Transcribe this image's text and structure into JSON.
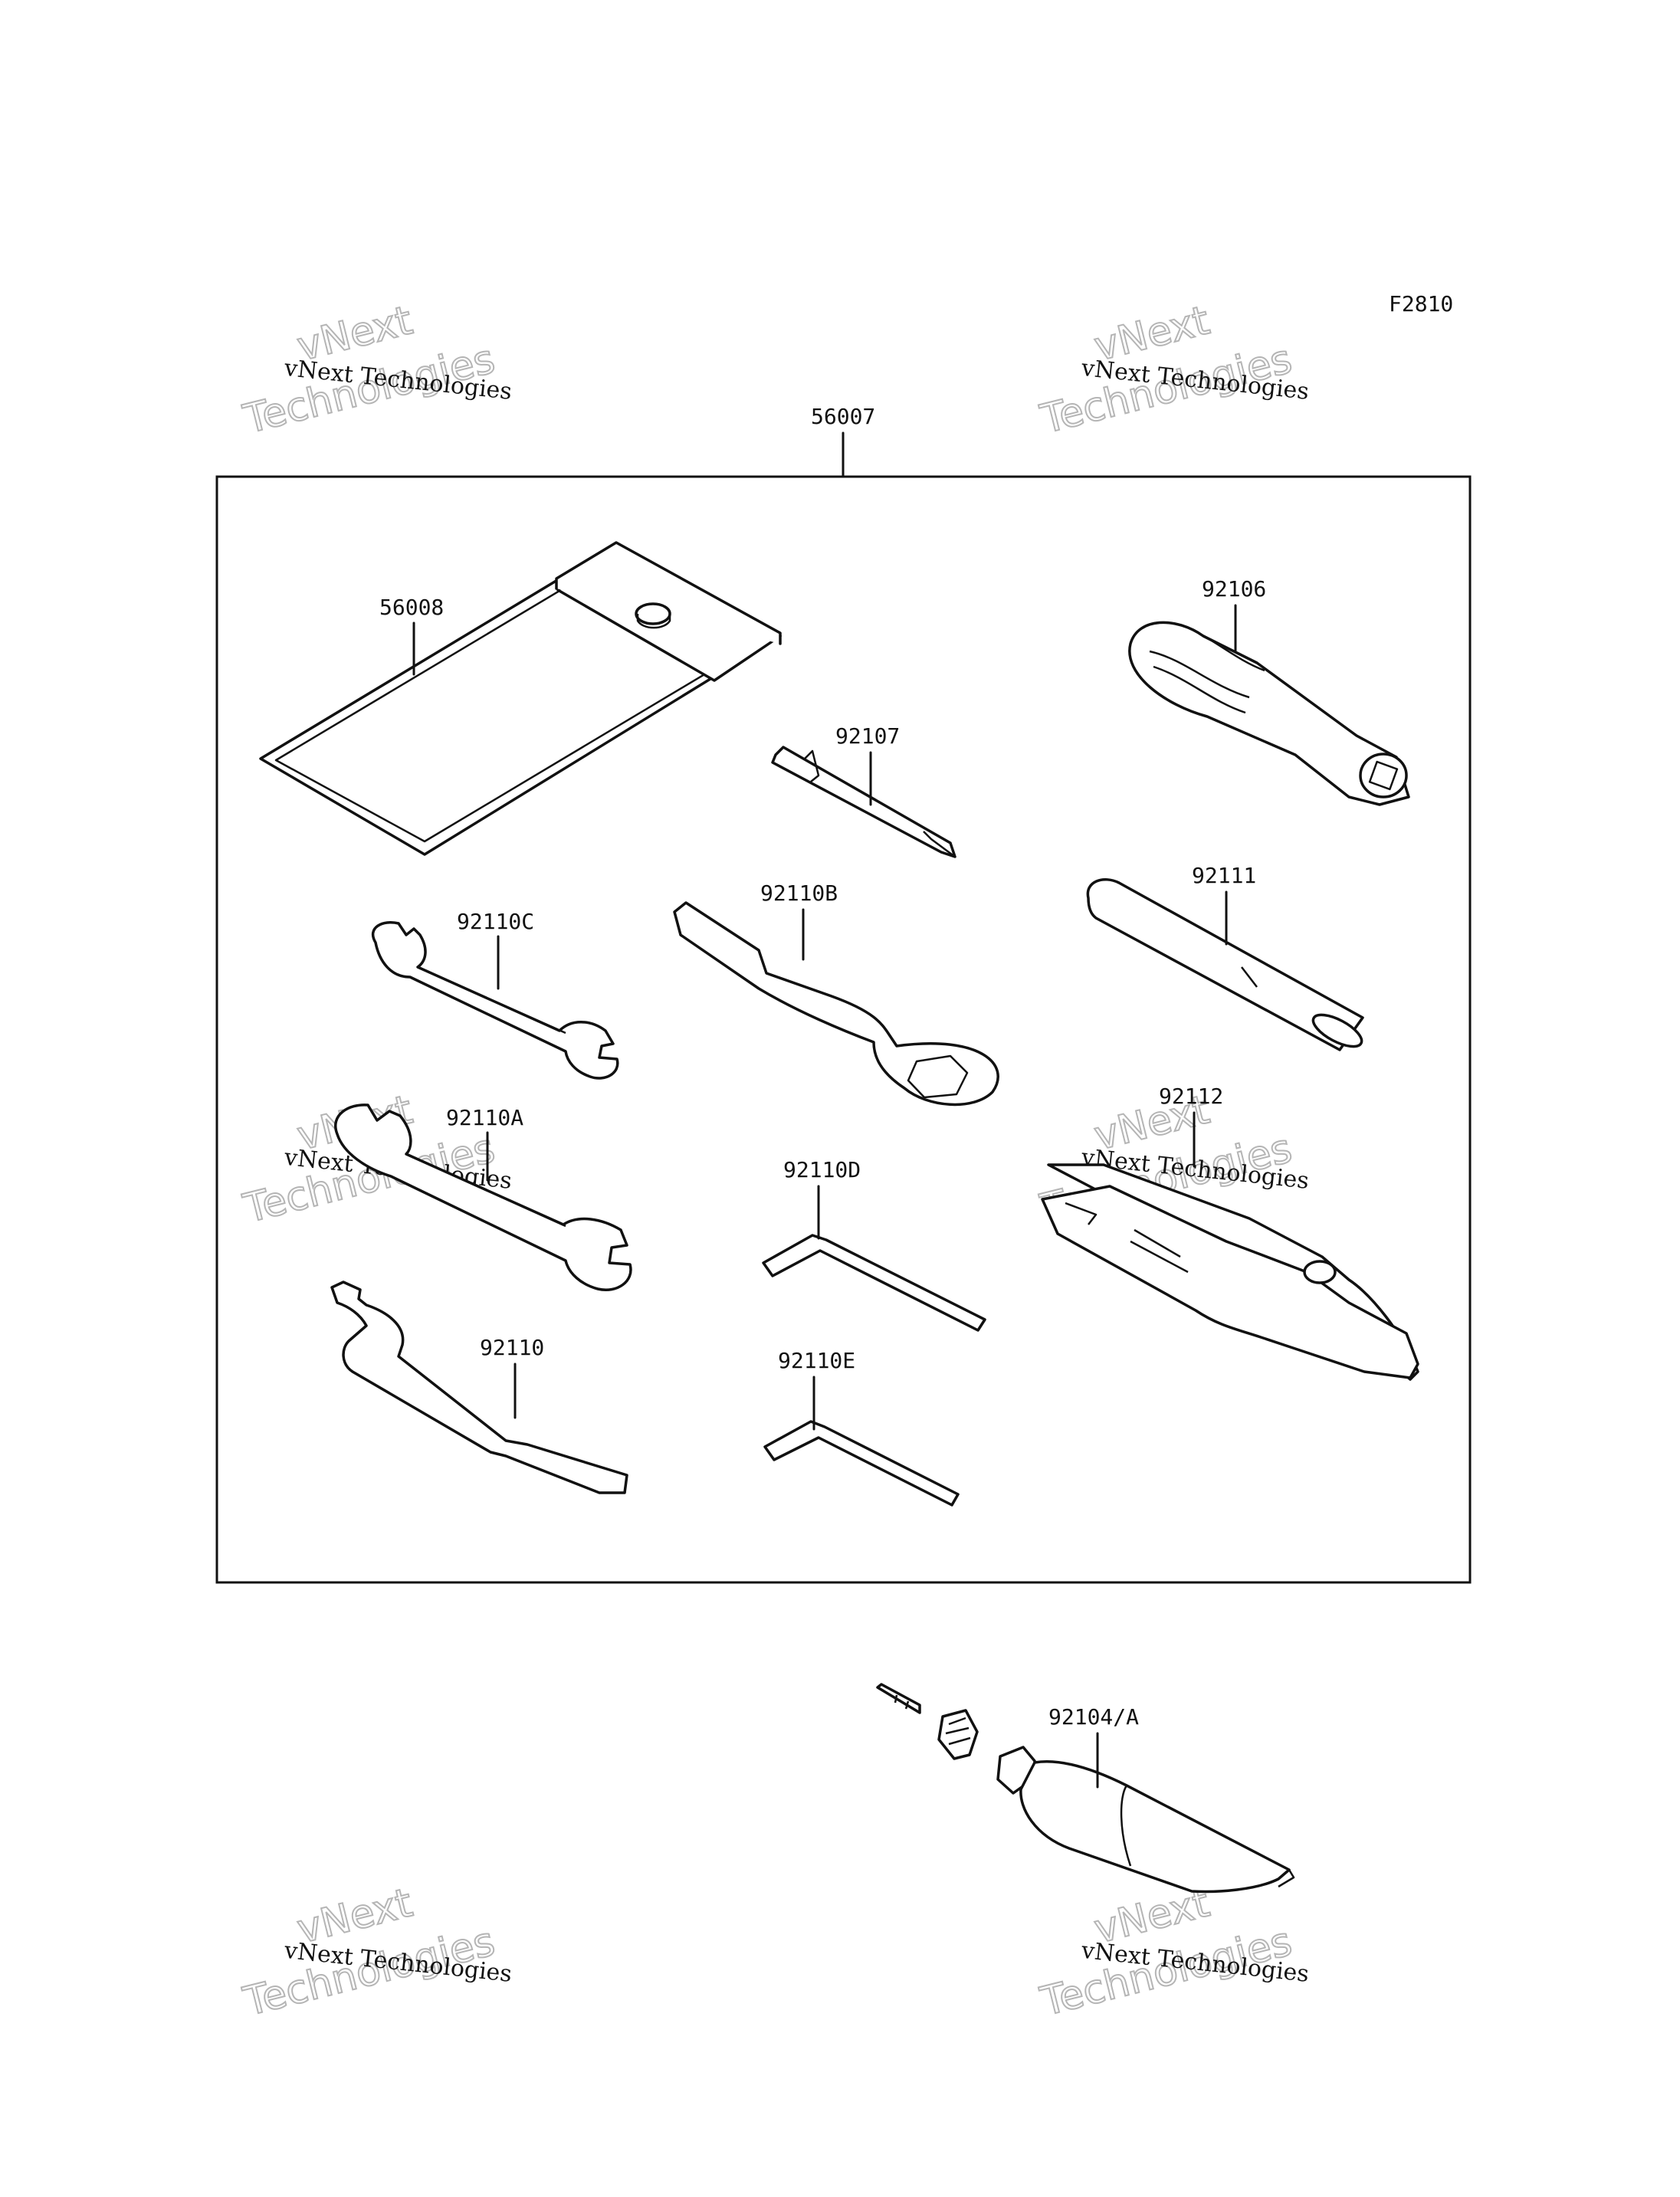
{
  "figure_code": "F2810",
  "watermark": {
    "line1": "vNext",
    "line2": "Technologies",
    "full": "vNext Technologies"
  },
  "callouts": {
    "kit": "56007",
    "pouch": "56008",
    "screwdriver_grip": "92106",
    "screwdriver_bit": "92107",
    "wrench_c": "92110C",
    "ring_wrench": "92110B",
    "extension_bar": "92111",
    "wrench_a": "92110A",
    "hex_key_d": "92110D",
    "pliers": "92112",
    "hook_spanner": "92110",
    "hex_key_e": "92110E",
    "repair_kit": "92104/A"
  }
}
